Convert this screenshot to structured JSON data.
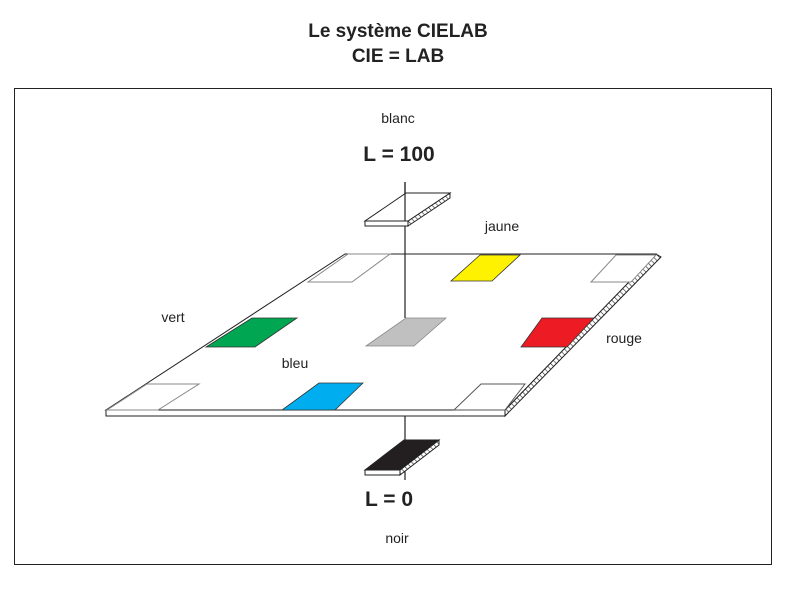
{
  "title": {
    "line1": "Le système CIELAB",
    "line2": "CIE = LAB"
  },
  "labels": {
    "white": "blanc",
    "l_max": "L = 100",
    "yellow": "jaune",
    "green": "vert",
    "blue": "bleu",
    "red": "rouge",
    "l_min": "L = 0",
    "black": "noir"
  },
  "colors": {
    "yellow": "#fff200",
    "green": "#00a651",
    "gray": "#c0c0c0",
    "red": "#ed1c24",
    "blue": "#00aeef",
    "black": "#231f20",
    "white": "#ffffff"
  }
}
